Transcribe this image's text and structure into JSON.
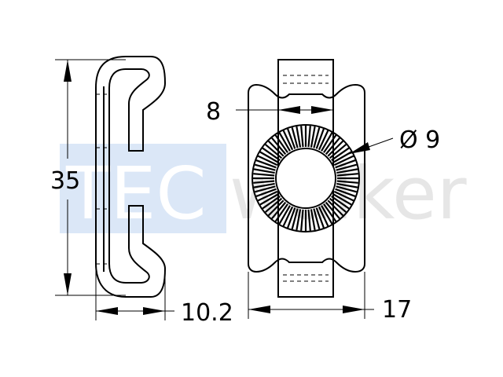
{
  "watermark": {
    "brand_part": "TEC",
    "rest_part": "walker",
    "brand_color": "#dbe7f7",
    "rest_color": "#e6e6e6"
  },
  "dimensions": {
    "height": "35",
    "thickness": "10.2",
    "slot_width": "8",
    "hole_diameter": "Ø 9",
    "width": "17"
  },
  "colors": {
    "line": "#000000",
    "background": "#ffffff"
  }
}
